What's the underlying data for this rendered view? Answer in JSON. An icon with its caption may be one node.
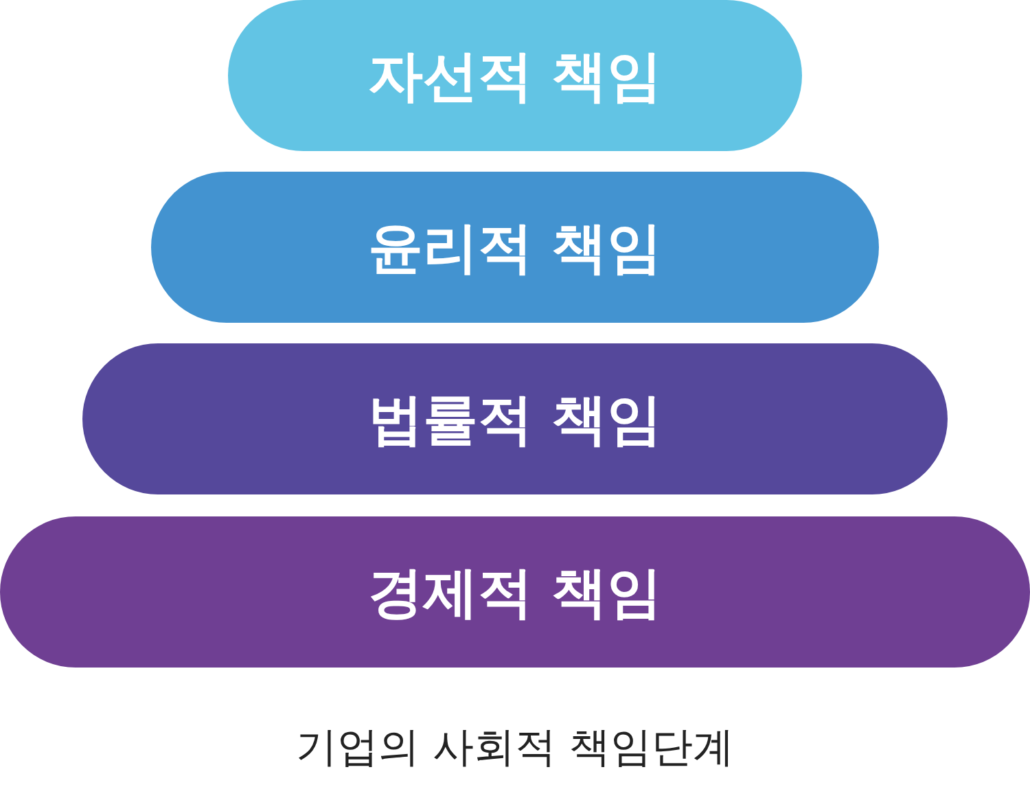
{
  "diagram": {
    "caption": "기업의 사회적 책임단계",
    "nodes": [
      {
        "text": [
          "자선적 책임"
        ]
      },
      {
        "text": [
          "윤리적 책임"
        ]
      },
      {
        "text": [
          "법률적 책임"
        ]
      },
      {
        "text": [
          "경제적 책임"
        ]
      }
    ]
  }
}
